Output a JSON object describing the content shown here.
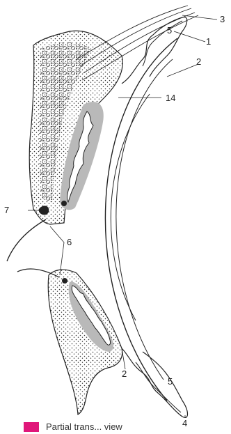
{
  "labels": {
    "l1": "1",
    "l2_top": "2",
    "l2_bottom": "2",
    "l3": "3",
    "l4": "4",
    "l5_top": "5",
    "l5_bottom": "5",
    "l6": "6",
    "l7": "7",
    "l14": "14"
  },
  "legend": {
    "text": "Partial trans... view",
    "color": "#e0177a"
  }
}
